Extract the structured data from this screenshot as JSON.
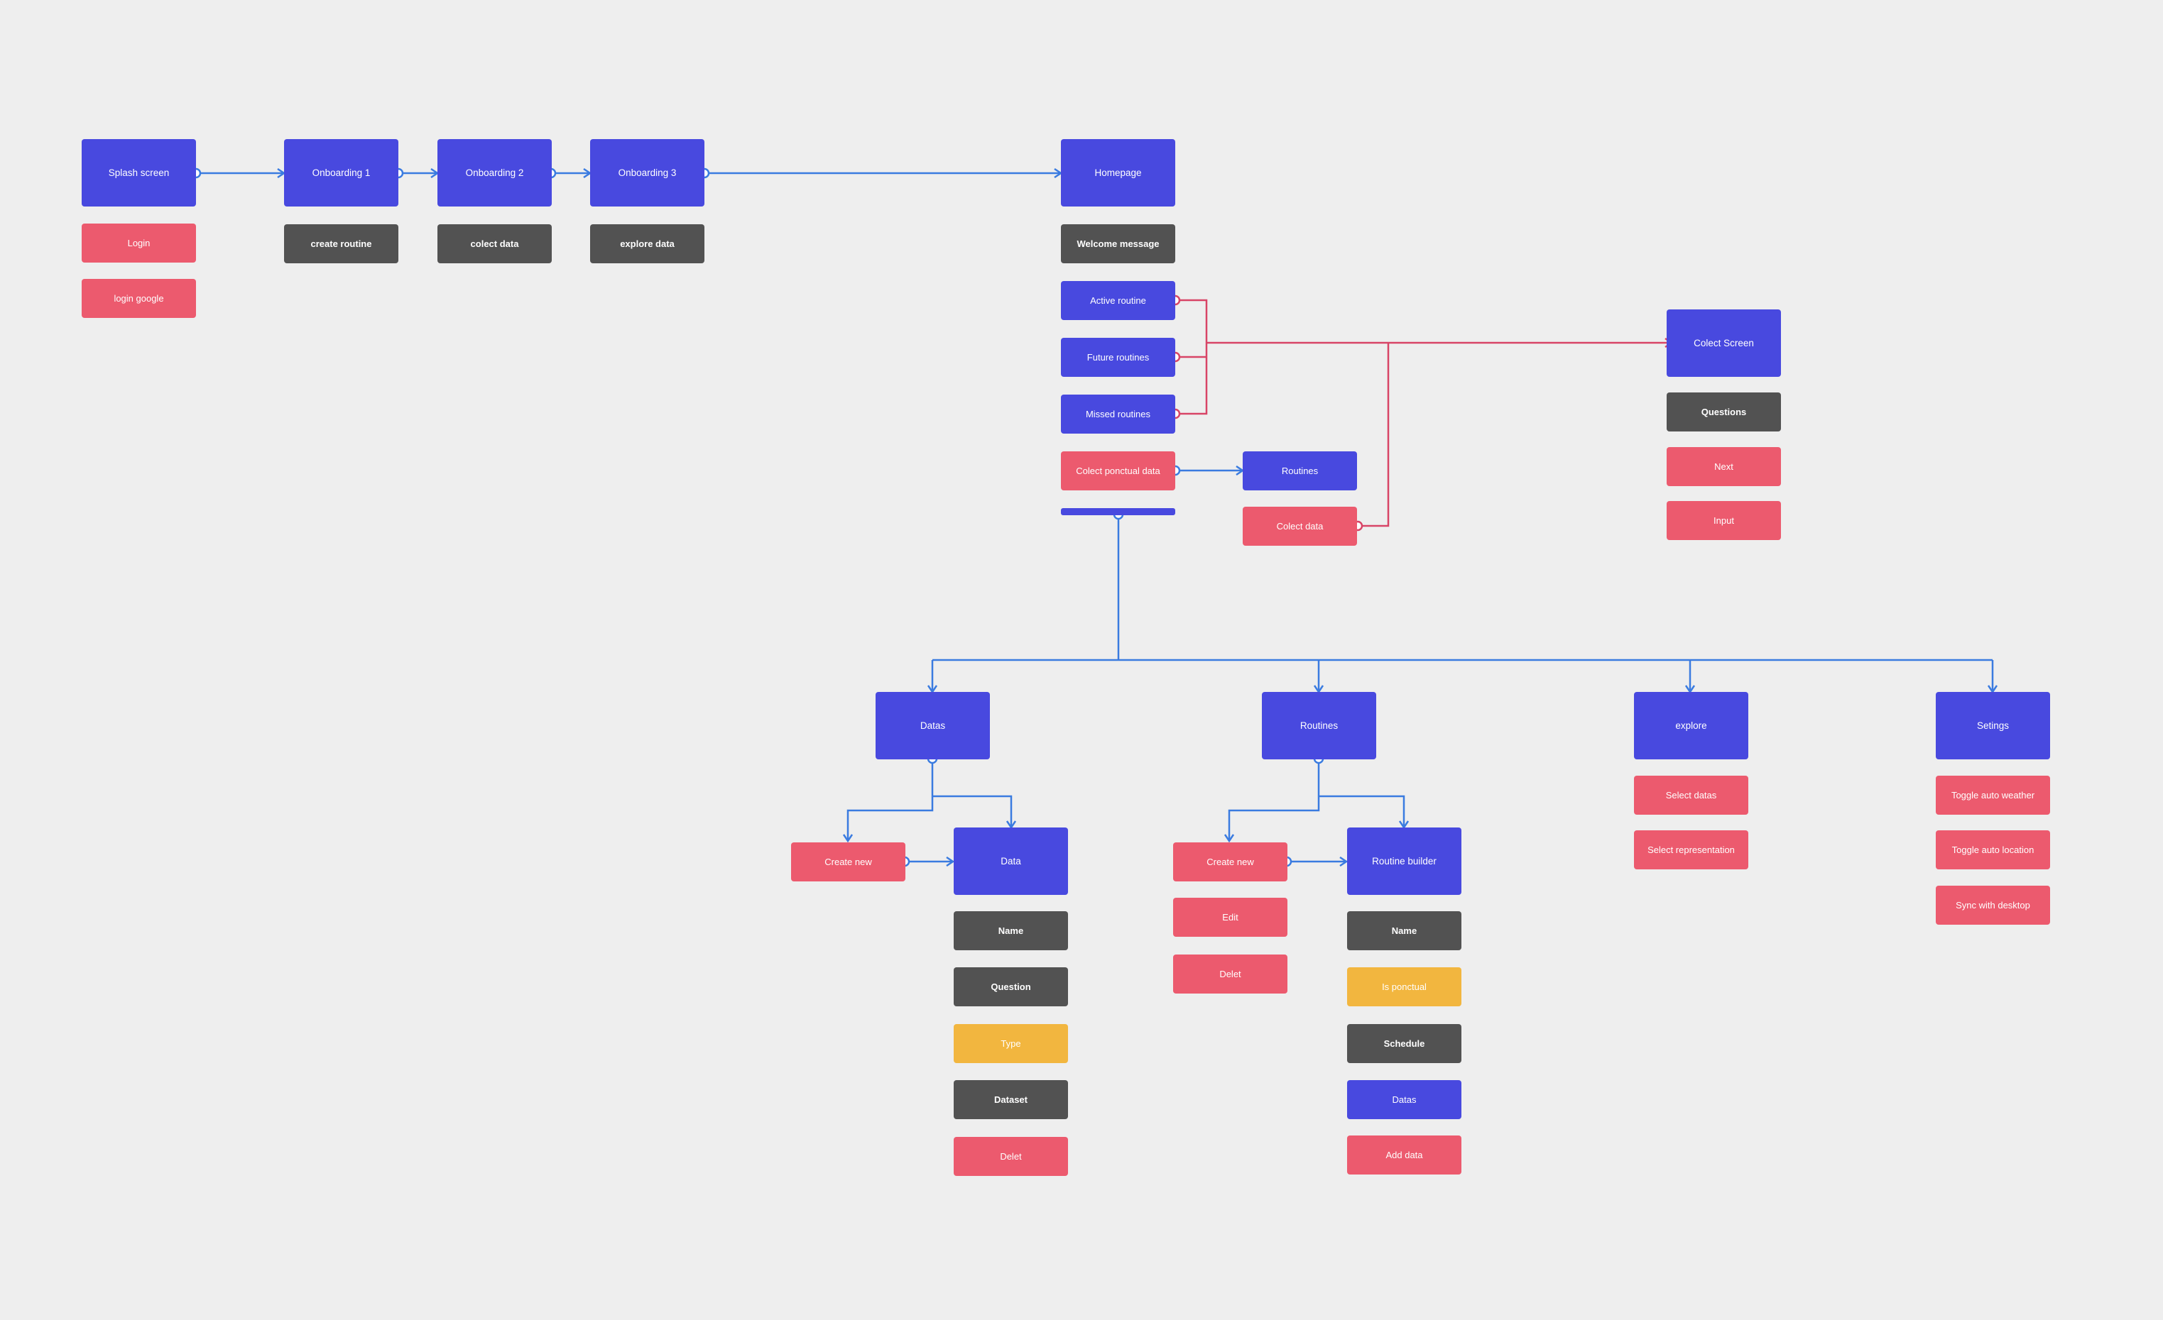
{
  "colors": {
    "background": "#eeeeee",
    "screen": "#4849df",
    "gray": "#525252",
    "red": "#ec5a6e",
    "yellow": "#f2b63f",
    "wire_blue": "#3a7be0",
    "wire_red": "#d84466"
  },
  "onboarding": {
    "splash": "Splash screen",
    "login": "Login",
    "login_google": "login google",
    "onboarding1": "Onboarding 1",
    "create_routine": "create routine",
    "onboarding2": "Onboarding 2",
    "colect_data": "colect data",
    "onboarding3": "Onboarding 3",
    "explore_data": "explore data"
  },
  "homepage": {
    "title": "Homepage",
    "welcome": "Welcome message",
    "active_routine": "Active routine",
    "future_routines": "Future routines",
    "missed_routines": "Missed routines",
    "colect_ponctual": "Colect ponctual data"
  },
  "routines_popup": {
    "title": "Routines",
    "colect_data": "Colect data"
  },
  "colect_screen": {
    "title": "Colect Screen",
    "questions": "Questions",
    "next": "Next",
    "input": "Input"
  },
  "datas": {
    "title": "Datas",
    "create_new": "Create new"
  },
  "data": {
    "title": "Data",
    "name": "Name",
    "question": "Question",
    "type": "Type",
    "dataset": "Dataset",
    "delet": "Delet"
  },
  "routines": {
    "title": "Routines",
    "create_new": "Create new",
    "edit": "Edit",
    "delet": "Delet"
  },
  "routine_builder": {
    "title": "Routine builder",
    "name": "Name",
    "is_ponctual": "Is ponctual",
    "schedule": "Schedule",
    "datas": "Datas",
    "add_data": "Add data"
  },
  "explore": {
    "title": "explore",
    "select_datas": "Select datas",
    "select_representation": "Select representation"
  },
  "settings": {
    "title": "Setings",
    "toggle_weather": "Toggle auto weather",
    "toggle_location": "Toggle auto location",
    "sync_desktop": "Sync with desktop"
  }
}
